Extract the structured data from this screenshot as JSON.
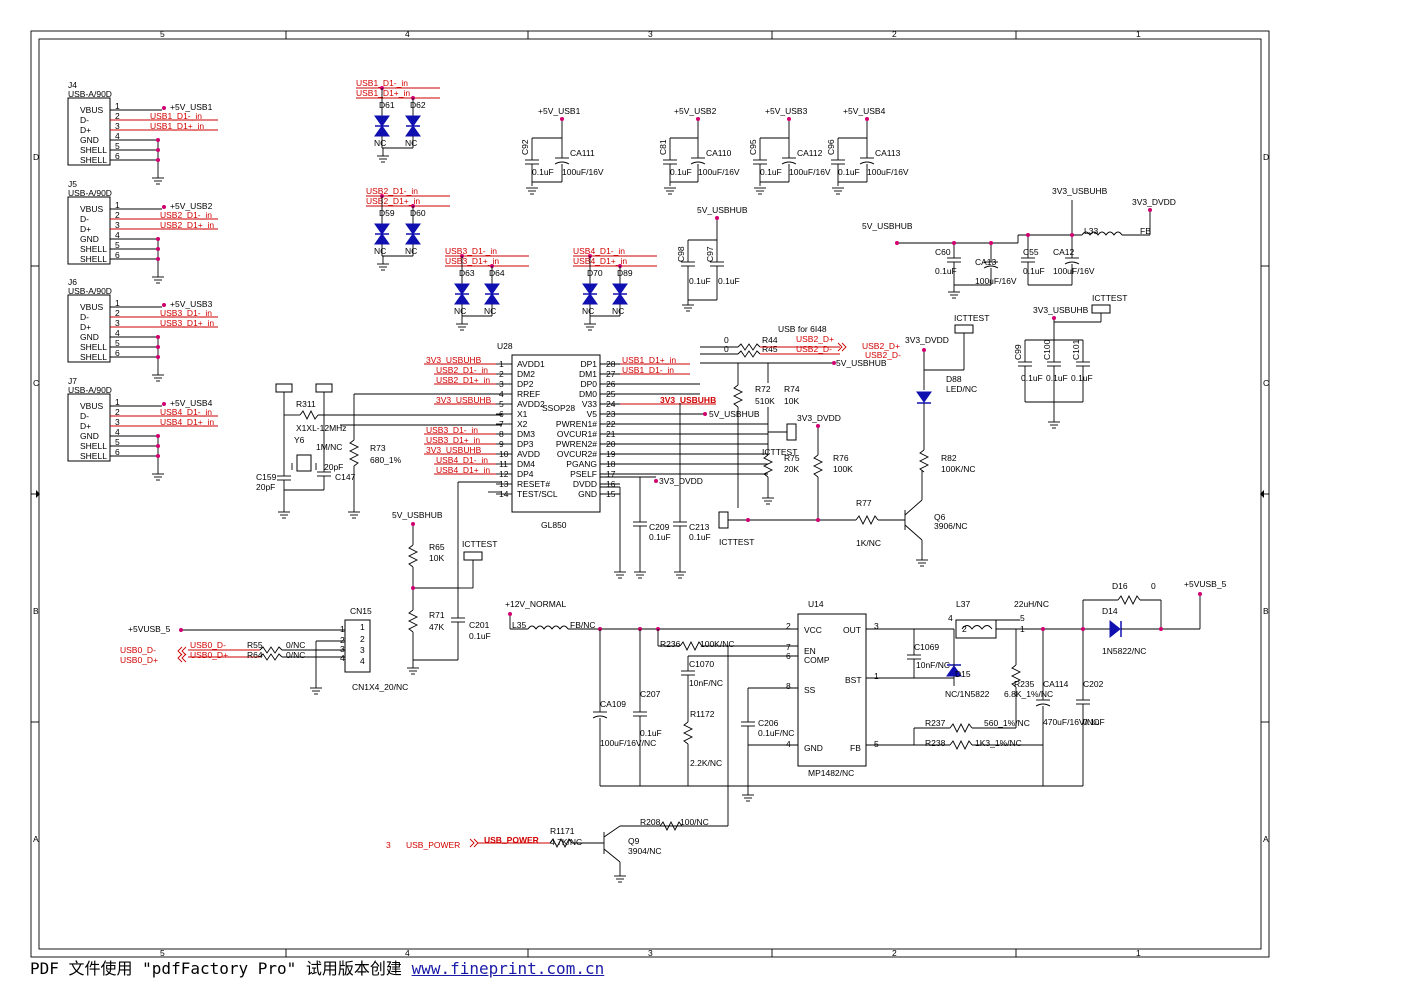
{
  "frame": {
    "top_cols": [
      "5",
      "4",
      "3",
      "2",
      "1"
    ],
    "rows": [
      "D",
      "C",
      "B",
      "A"
    ]
  },
  "connectors": [
    {
      "ref": "J4",
      "part": "USB-A/90D",
      "pins": [
        "VBUS",
        "D-",
        "D+",
        "GND",
        "SHELL",
        "SHELL"
      ],
      "nums": [
        "1",
        "2",
        "3",
        "4",
        "5",
        "6"
      ],
      "nets": [
        "+5V_USB1",
        "USB1_D1-_in",
        "USB1_D1+_in"
      ]
    },
    {
      "ref": "J5",
      "part": "USB-A/90D",
      "pins": [
        "VBUS",
        "D-",
        "D+",
        "GND",
        "SHELL",
        "SHELL"
      ],
      "nums": [
        "1",
        "2",
        "3",
        "4",
        "5",
        "6"
      ],
      "nets": [
        "+5V_USB2",
        "USB2_D1-_in",
        "USB2_D1+_in"
      ]
    },
    {
      "ref": "J6",
      "part": "USB-A/90D",
      "pins": [
        "VBUS",
        "D-",
        "D+",
        "GND",
        "SHELL",
        "SHELL"
      ],
      "nums": [
        "1",
        "2",
        "3",
        "4",
        "5",
        "6"
      ],
      "nets": [
        "+5V_USB3",
        "USB3_D1-_in",
        "USB3_D1+_in"
      ]
    },
    {
      "ref": "J7",
      "part": "USB-A/90D",
      "pins": [
        "VBUS",
        "D-",
        "D+",
        "GND",
        "SHELL",
        "SHELL"
      ],
      "nums": [
        "1",
        "2",
        "3",
        "4",
        "5",
        "6"
      ],
      "nets": [
        "+5V_USB4",
        "USB4_D1-_in",
        "USB4_D1+_in"
      ]
    }
  ],
  "esd": [
    {
      "nets": [
        "USB1_D1-_in",
        "USB1_D1+_in"
      ],
      "refs": [
        "D61",
        "D62"
      ],
      "vals": [
        "NC",
        "NC"
      ]
    },
    {
      "nets": [
        "USB2_D1-_in",
        "USB2_D1+_in"
      ],
      "refs": [
        "D59",
        "D60"
      ],
      "vals": [
        "NC",
        "NC"
      ]
    },
    {
      "nets": [
        "USB3_D1-_in",
        "USB3_D1+_in"
      ],
      "refs": [
        "D63",
        "D64"
      ],
      "vals": [
        "NC",
        "NC"
      ]
    },
    {
      "nets": [
        "USB4_D1-_in",
        "USB4_D1+_in"
      ],
      "refs": [
        "D70",
        "D89"
      ],
      "vals": [
        "NC",
        "NC"
      ]
    }
  ],
  "caps_top": [
    {
      "net": "+5V_USB1",
      "c": "C92",
      "cv": "0.1uF",
      "ca": "CA111",
      "cav": "100uF/16V"
    },
    {
      "net": "+5V_USB2",
      "c": "C81",
      "cv": "0.1uF",
      "ca": "CA110",
      "cav": "100uF/16V"
    },
    {
      "net": "+5V_USB3",
      "c": "C95",
      "cv": "0.1uF",
      "ca": "CA112",
      "cav": "100uF/16V"
    },
    {
      "net": "+5V_USB4",
      "c": "C96",
      "cv": "0.1uF",
      "ca": "CA113",
      "cav": "100uF/16V"
    }
  ],
  "usbhub_caps": {
    "net": "5V_USBHUB",
    "c1": "C98",
    "c2": "C97",
    "v": "0.1uF"
  },
  "filter": {
    "in_net": "5V_USBHUB",
    "mid_net": "3V3_USBUHB",
    "out_net": "3V3_DVDD",
    "c60": "C60",
    "c60v": "0.1uF",
    "ca13": "CA13",
    "ca13v": "100uF/16V",
    "c55": "C55",
    "c55v": "0.1uF",
    "ca12": "CA12",
    "ca12v": "100uF/16V",
    "l": "L33",
    "lv": "FB"
  },
  "hub_caps": {
    "net": "3V3_USBUHB",
    "refs": [
      "C99",
      "C100",
      "C101"
    ],
    "v": "0.1uF",
    "tp": "ICTTEST"
  },
  "u28": {
    "ref": "U28",
    "part": "GL850",
    "pkg": "SSOP28",
    "left_pins": [
      {
        "n": "1",
        "name": "AVDD1",
        "net": "3V3_USBUHB"
      },
      {
        "n": "2",
        "name": "DM2",
        "net": "USB2_D1-_in"
      },
      {
        "n": "3",
        "name": "DP2",
        "net": "USB2_D1+_in"
      },
      {
        "n": "4",
        "name": "RREF",
        "net": ""
      },
      {
        "n": "5",
        "name": "AVDD2",
        "net": "3V3_USBUHB"
      },
      {
        "n": "6",
        "name": "X1",
        "net": ""
      },
      {
        "n": "7",
        "name": "X2",
        "net": ""
      },
      {
        "n": "8",
        "name": "DM3",
        "net": "USB3_D1-_in"
      },
      {
        "n": "9",
        "name": "DP3",
        "net": "USB3_D1+_in"
      },
      {
        "n": "10",
        "name": "AVDD",
        "net": "3V3_USBUHB"
      },
      {
        "n": "11",
        "name": "DM4",
        "net": "USB4_D1-_in"
      },
      {
        "n": "12",
        "name": "DP4",
        "net": "USB4_D1+_in"
      },
      {
        "n": "13",
        "name": "RESET#",
        "net": ""
      },
      {
        "n": "14",
        "name": "TEST/SCL",
        "net": ""
      }
    ],
    "right_pins": [
      {
        "n": "28",
        "name": "DP1",
        "net": "USB1_D1+_in"
      },
      {
        "n": "27",
        "name": "DM1",
        "net": "USB1_D1-_in"
      },
      {
        "n": "26",
        "name": "DP0",
        "net": ""
      },
      {
        "n": "25",
        "name": "DM0",
        "net": ""
      },
      {
        "n": "24",
        "name": "V33",
        "net": "3V3_USBUHB"
      },
      {
        "n": "23",
        "name": "V5",
        "net": "5V_USBHUB"
      },
      {
        "n": "22",
        "name": "PWREN1#",
        "net": ""
      },
      {
        "n": "21",
        "name": "OVCUR1#",
        "net": ""
      },
      {
        "n": "20",
        "name": "PWREN2#",
        "net": ""
      },
      {
        "n": "19",
        "name": "OVCUR2#",
        "net": ""
      },
      {
        "n": "18",
        "name": "PGANG",
        "net": ""
      },
      {
        "n": "17",
        "name": "PSELF",
        "net": ""
      },
      {
        "n": "16",
        "name": "DVDD",
        "net": "3V3_DVDD"
      },
      {
        "n": "15",
        "name": "GND",
        "net": ""
      }
    ]
  },
  "xtal": {
    "r311": "R311",
    "y": "Y6",
    "yv": "X1XL-12MHz",
    "r": "1M/NC",
    "c159": "C159",
    "c159v": "20pF",
    "c147": "C147",
    "c147v": "20pF"
  },
  "r73": {
    "ref": "R73",
    "v": "680_1%"
  },
  "usb6i48": {
    "label": "USB for 6I48",
    "r44": "R44",
    "r45": "R45",
    "v": "0",
    "p": "USB2_D+",
    "n": "USB2_D-"
  },
  "led": {
    "net": "3V3_DVDD",
    "ref": "D88",
    "v": "LED/NC",
    "r82": "R82",
    "r82v": "100K/NC",
    "tp": "ICTTEST"
  },
  "misc_r": {
    "r72": "R72",
    "r72v": "510K",
    "r74": "R74",
    "r74v": "10K",
    "r75": "R75",
    "r75v": "20K",
    "r76": "R76",
    "r76v": "100K",
    "tp": "ICTTEST",
    "dvdd": "3V3_DVDD",
    "hub": "5V_USBHUB",
    "r77": "R77",
    "r77v": "1K/NC",
    "q6": "Q6",
    "q6v": "3906/NC",
    "tp2": "ICTTEST"
  },
  "caps_mid": {
    "c209": "C209",
    "c213": "C213",
    "v": "0.1uF",
    "dvdd": "3V3_DVDD"
  },
  "reset": {
    "net": "5V_USBHUB",
    "r65": "R65",
    "r65v": "10K",
    "r71": "R71",
    "r71v": "47K",
    "c201": "C201",
    "c201v": "0.1uF",
    "tp": "ICTTEST"
  },
  "cn15": {
    "ref": "CN15",
    "part": "CN1X4_20/NC",
    "pins": [
      "1",
      "2",
      "3",
      "4"
    ],
    "vnet": "+5VUSB_5",
    "dm": "USB0_D-",
    "dp": "USB0_D+",
    "r55": "R55",
    "r64": "R64",
    "rv": "0/NC"
  },
  "reg": {
    "in": "+12V_NORMAL",
    "l35": "L35",
    "l35v": "FB/NC",
    "u": "U14",
    "part": "MP1482/NC",
    "pins": {
      "vcc": "VCC",
      "en": "EN",
      "comp": "COMP",
      "ss": "SS",
      "gnd": "GND",
      "out": "OUT",
      "bst": "BST",
      "fb": "FB"
    },
    "nums": {
      "vcc": "2",
      "en": "7",
      "comp": "6",
      "ss": "8",
      "gnd": "4",
      "out": "3",
      "bst": "1",
      "fb": "5"
    },
    "r236": "R236",
    "r236v": "100K/NC",
    "c1070": "C1070",
    "c1070v": "10nF/NC",
    "r1172": "R1172",
    "r1172v": "2.2K/NC",
    "c207": "C207",
    "c207v": "0.1uF",
    "ca109": "CA109",
    "ca109v": "100uF/16V/NC",
    "c206": "C206",
    "c206v": "0.1uF/NC",
    "c1069": "C1069",
    "c1069v": "10nF/NC",
    "d15": "D15",
    "d15v": "NC/1N5822",
    "l37": "L37",
    "l37v": "22uH/NC",
    "r235": "R235",
    "r235v": "6.8K_1%/NC",
    "ca114": "CA114",
    "ca114v": "470uF/16V/NC",
    "c202": "C202",
    "c202v": "0.1uF",
    "r237": "R237",
    "r237v": "560_1%/NC",
    "r238": "R238",
    "r238v": "1K3_1%/NC",
    "d16": "D16",
    "d16v": "0",
    "d14": "D14",
    "d14v": "1N5822/NC",
    "out": "+5VUSB_5"
  },
  "power": {
    "sheet": "3",
    "net": "USB_POWER",
    "r1171": "R1171",
    "r1171v": "4.7K/NC",
    "q9": "Q9",
    "q9v": "3904/NC",
    "r208": "R208",
    "r208v": "100/NC"
  },
  "footer": {
    "pre": "PDF 文件使用 \"pdfFactory Pro\" 试用版本创建 ",
    "link": "www.fineprint.com.cn"
  }
}
